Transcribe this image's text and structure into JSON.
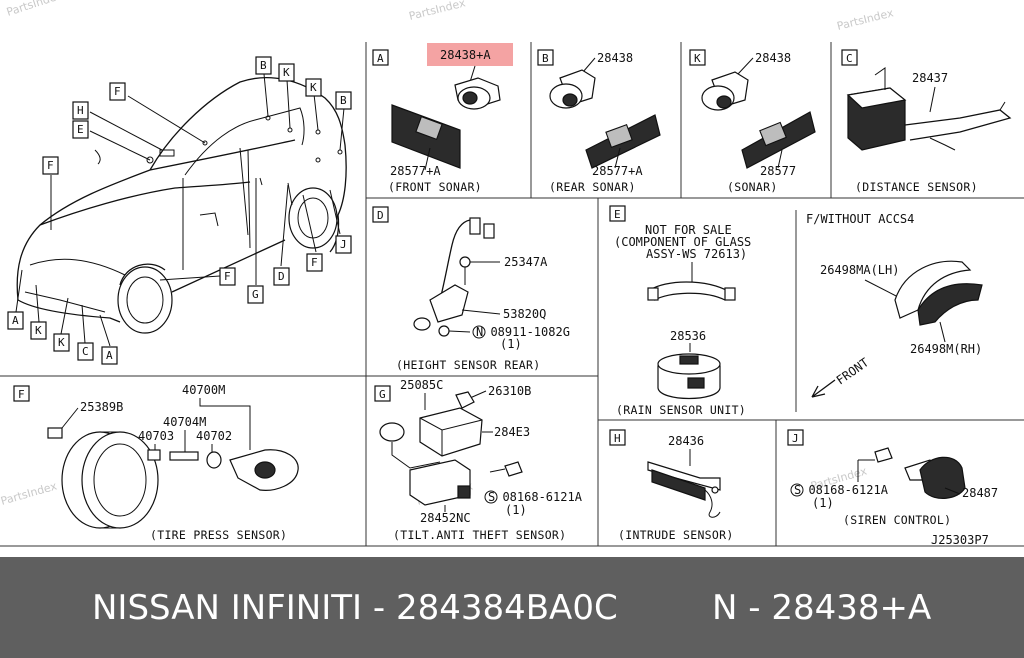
{
  "watermark": "PartsIndex",
  "highlight_color": "#f4a3a3",
  "footer": {
    "brand_part": "NISSAN  INFINITI - 284384BA0C",
    "ref": "N - 28438+A"
  },
  "diagram_code": "J25303P7",
  "overview": {
    "callouts": [
      "B",
      "K",
      "K",
      "B",
      "F",
      "H",
      "E",
      "F",
      "J",
      "F",
      "D",
      "G",
      "F",
      "A",
      "K",
      "K",
      "C",
      "A"
    ]
  },
  "panel_a": {
    "letter": "A",
    "part_highlight": "28438+A",
    "part2": "28577+A",
    "caption": "(FRONT SONAR)"
  },
  "panel_b": {
    "letter": "B",
    "part1": "28438",
    "part2": "28577+A",
    "caption": "(REAR SONAR)"
  },
  "panel_k": {
    "letter": "K",
    "part1": "28438",
    "part2": "28577",
    "caption": "(SONAR)"
  },
  "panel_c": {
    "letter": "C",
    "part1": "28437",
    "caption": "(DISTANCE SENSOR)"
  },
  "panel_d": {
    "letter": "D",
    "part1": "25347A",
    "part2": "53820Q",
    "part3": "N 08911-1082G",
    "qty": "(1)",
    "caption": "(HEIGHT SENSOR REAR)"
  },
  "panel_e": {
    "letter": "E",
    "note1": "NOT FOR SALE",
    "note2": "(COMPONENT OF GLASS",
    "note3": "ASSY-WS 72613)",
    "part1": "28536",
    "caption": "(RAIN SENSOR UNIT)"
  },
  "panel_fw": {
    "note": "F/WITHOUT ACCS4",
    "part1": "26498MA(LH)",
    "part2": "26498M(RH)",
    "front": "FRONT"
  },
  "panel_f": {
    "letter": "F",
    "part1": "25389B",
    "part2": "40700M",
    "part3": "40704M",
    "part4": "40703",
    "part5": "40702",
    "caption": "(TIRE PRESS SENSOR)"
  },
  "panel_g": {
    "letter": "G",
    "part1": "25085C",
    "part2": "26310B",
    "part3": "284E3",
    "part4": "S 08168-6121A",
    "qty": "(1)",
    "part5": "28452NC",
    "caption": "(TILT.ANTI THEFT SENSOR)"
  },
  "panel_h": {
    "letter": "H",
    "part1": "28436",
    "caption": "(INTRUDE  SENSOR)"
  },
  "panel_j": {
    "letter": "J",
    "part1": "S 08168-6121A",
    "qty": "(1)",
    "part2": "28487",
    "caption": "(SIREN CONTROL)"
  }
}
